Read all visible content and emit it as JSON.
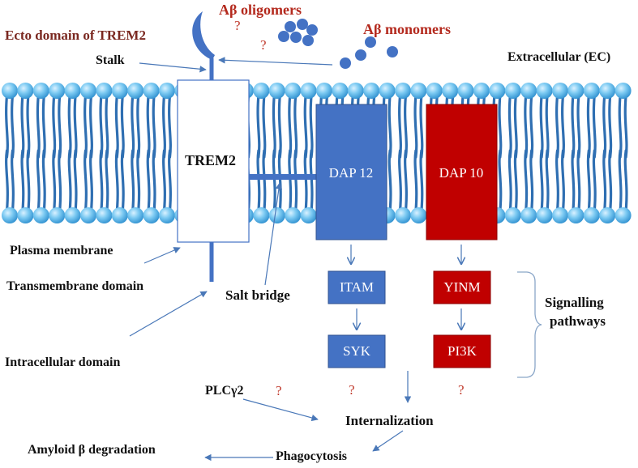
{
  "labels": {
    "abeta_oligomers": "Aβ oligomers",
    "abeta_monomers": "Aβ monomers",
    "ecto_domain": "Ecto domain of TREM2",
    "stalk": "Stalk",
    "extracellular": "Extracellular (EC)",
    "plasma_membrane": "Plasma membrane",
    "transmembrane_domain": "Transmembrane domain",
    "intracellular_domain": "Intracellular domain",
    "salt_bridge": "Salt bridge",
    "signalling_pathways_1": "Signalling",
    "signalling_pathways_2": "pathways",
    "plc": "PLCγ2",
    "internalization": "Internalization",
    "phagocytosis": "Phagocytosis",
    "amyloid_degradation": "Amyloid β degradation",
    "question": "?"
  },
  "boxes": {
    "trem2": "TREM2",
    "dap12": "DAP 12",
    "dap10": "DAP 10",
    "itam": "ITAM",
    "syk": "SYK",
    "yinm": "YINM",
    "pi3k": "PI3K"
  },
  "colors": {
    "blue": "#4472c4",
    "red": "#c00000",
    "membrane_head": "#6cc1ee",
    "membrane_tail": "#2f6fb2",
    "arrow": "#4a78b8",
    "label_red": "#b42a1e",
    "label_maroon": "#7a2820"
  }
}
